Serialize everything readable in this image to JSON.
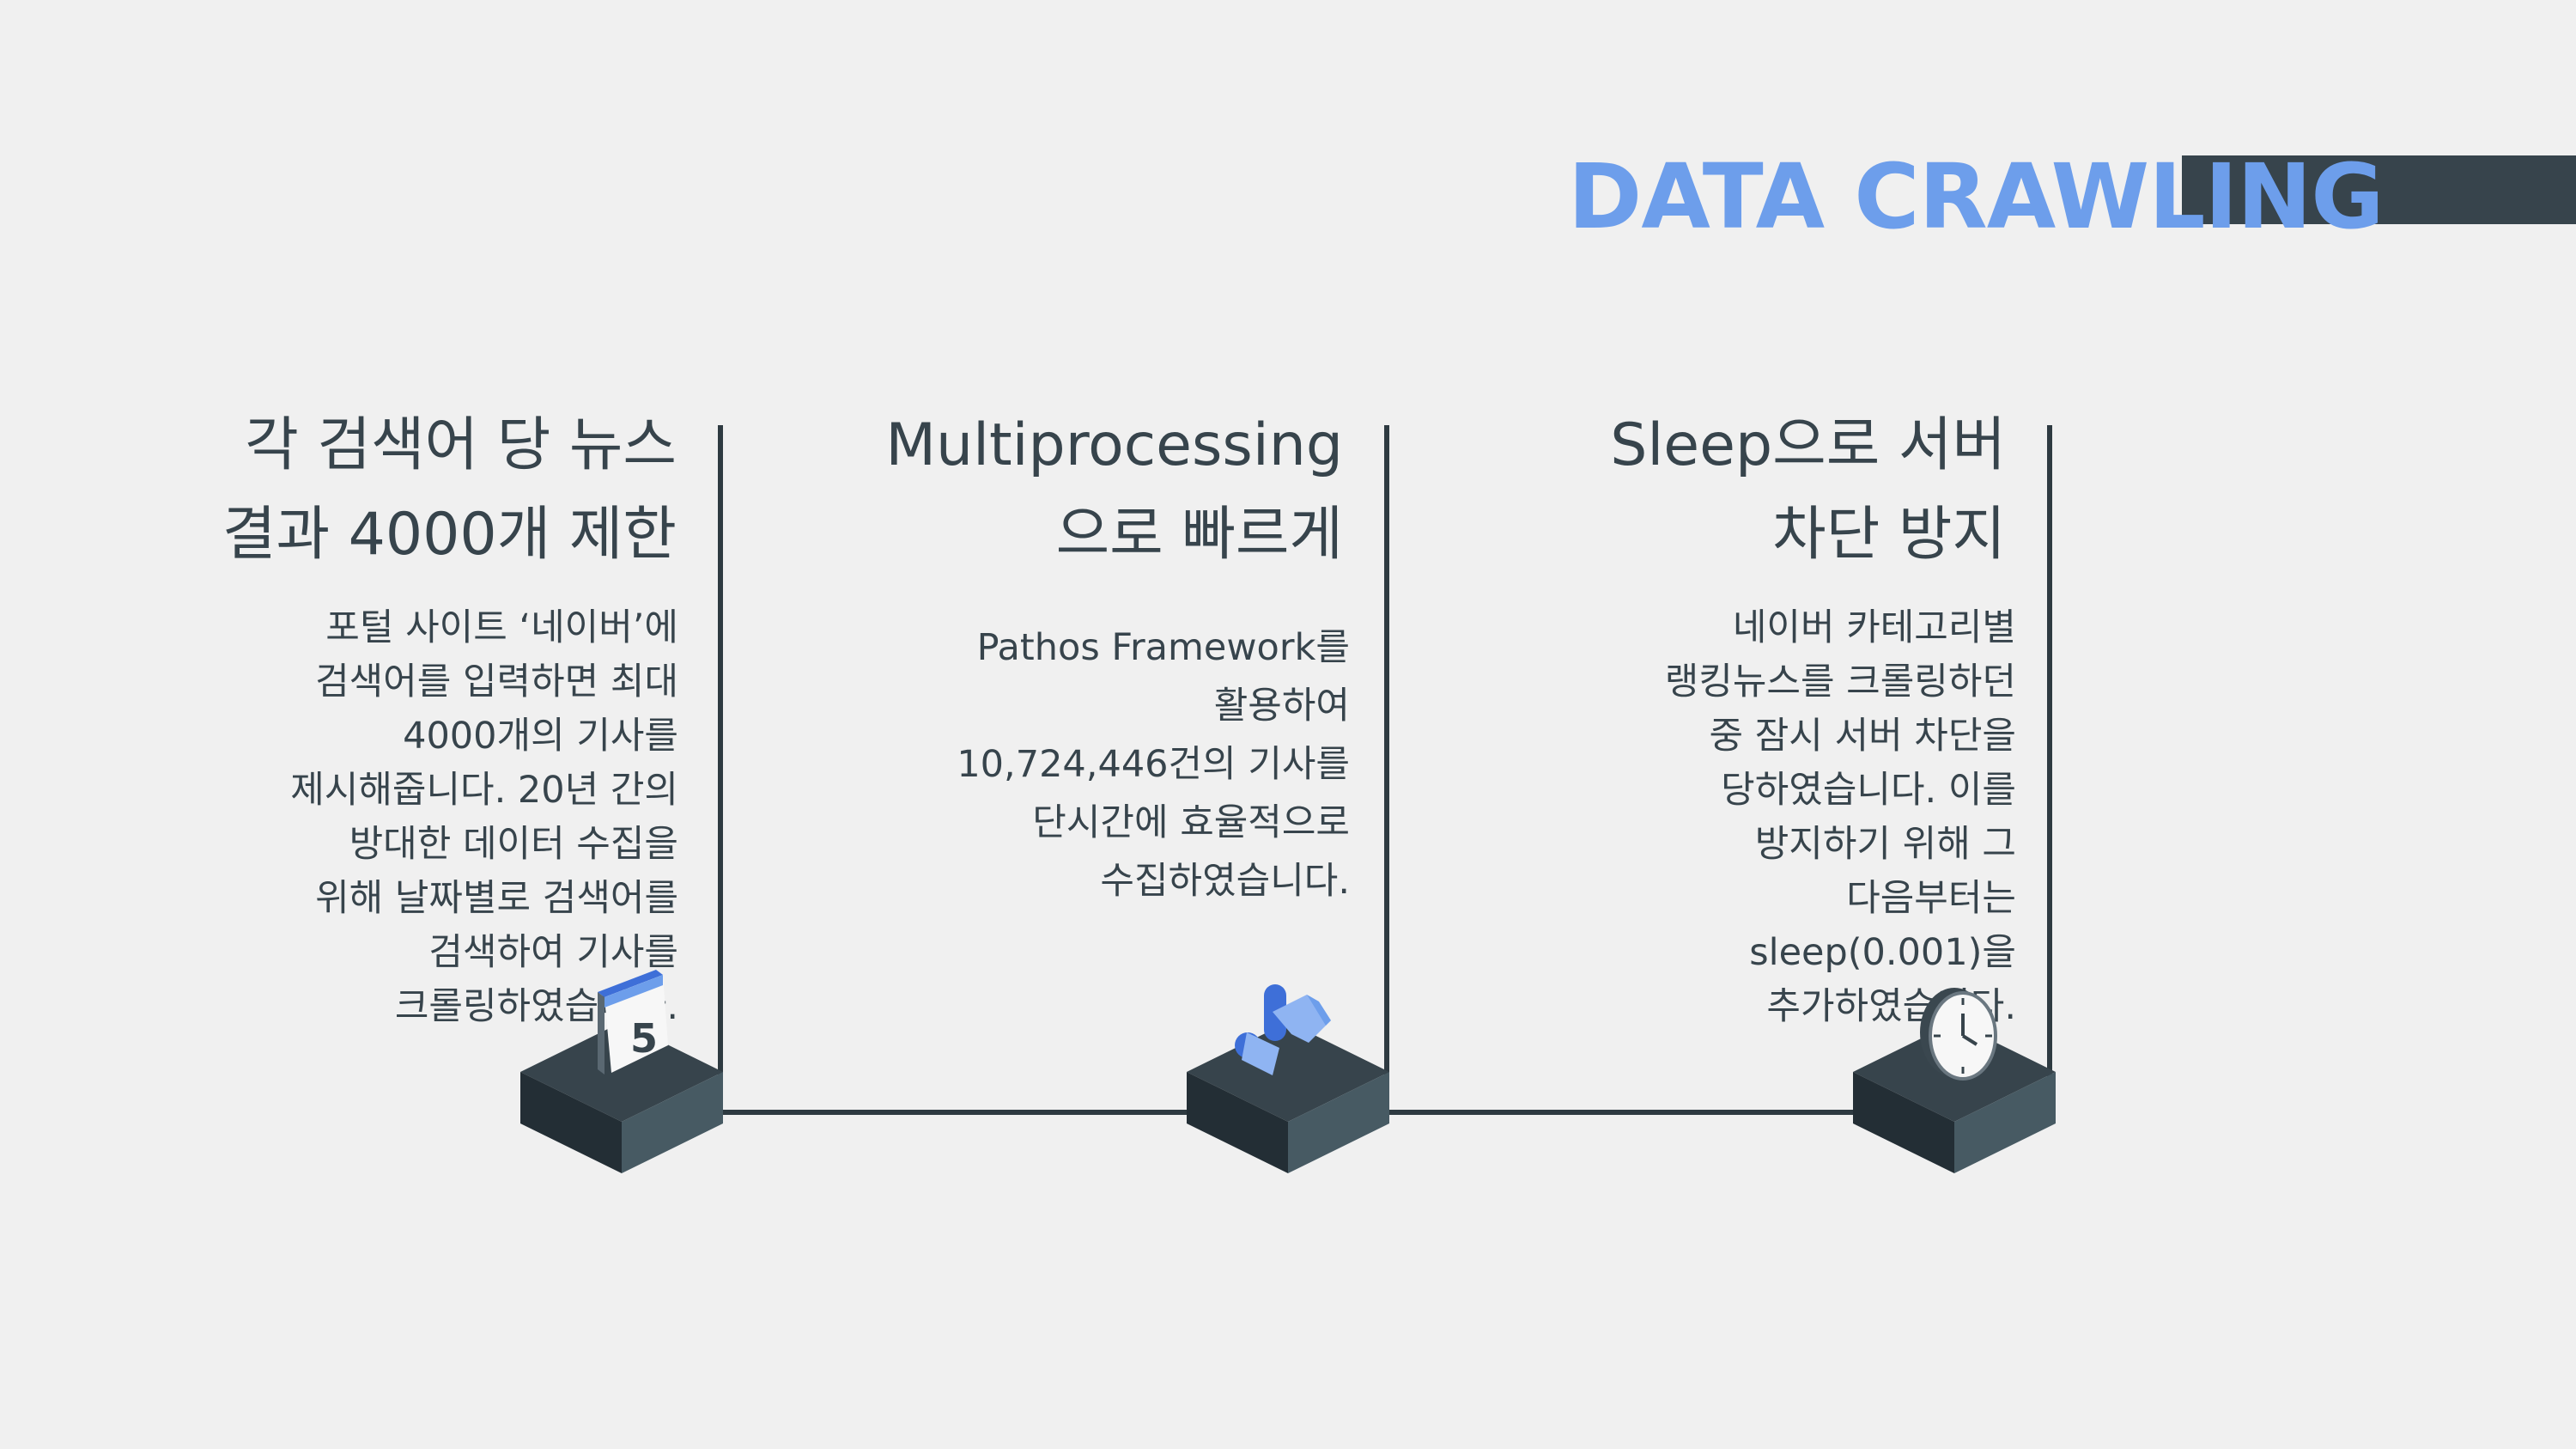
{
  "title": "DATA CRAWLING",
  "colors": {
    "accent": "#6d9eeb",
    "dark": "#37444c",
    "background": "#f0f0f0"
  },
  "steps": [
    {
      "heading": [
        "각 검색어 당 뉴스",
        "결과 4000개 제한"
      ],
      "body": [
        "포털 사이트 ‘네이버’에",
        "검색어를 입력하면 최대",
        "4000개의 기사를",
        "제시해줍니다. 20년 간의",
        "방대한 데이터 수집을",
        "위해 날짜별로 검색어를",
        "검색하여 기사를",
        "크롤링하였습니다."
      ],
      "icon": "calendar-icon",
      "icon_label": "5"
    },
    {
      "heading": [
        "Multiprocessing",
        "으로 빠르게"
      ],
      "body": [
        "Pathos Framework를",
        "활용하여",
        "10,724,446건의 기사를",
        "단시간에 효율적으로",
        "수집하였습니다."
      ],
      "icon": "arrows-icon"
    },
    {
      "heading": [
        "Sleep으로 서버",
        "차단 방지"
      ],
      "body": [
        "네이버 카테고리별",
        "랭킹뉴스를 크롤링하던",
        "중 잠시 서버 차단을",
        "당하였습니다. 이를",
        "방지하기 위해 그",
        "다음부터는",
        "sleep(0.001)을",
        "추가하였습니다."
      ],
      "icon": "clock-icon"
    }
  ]
}
